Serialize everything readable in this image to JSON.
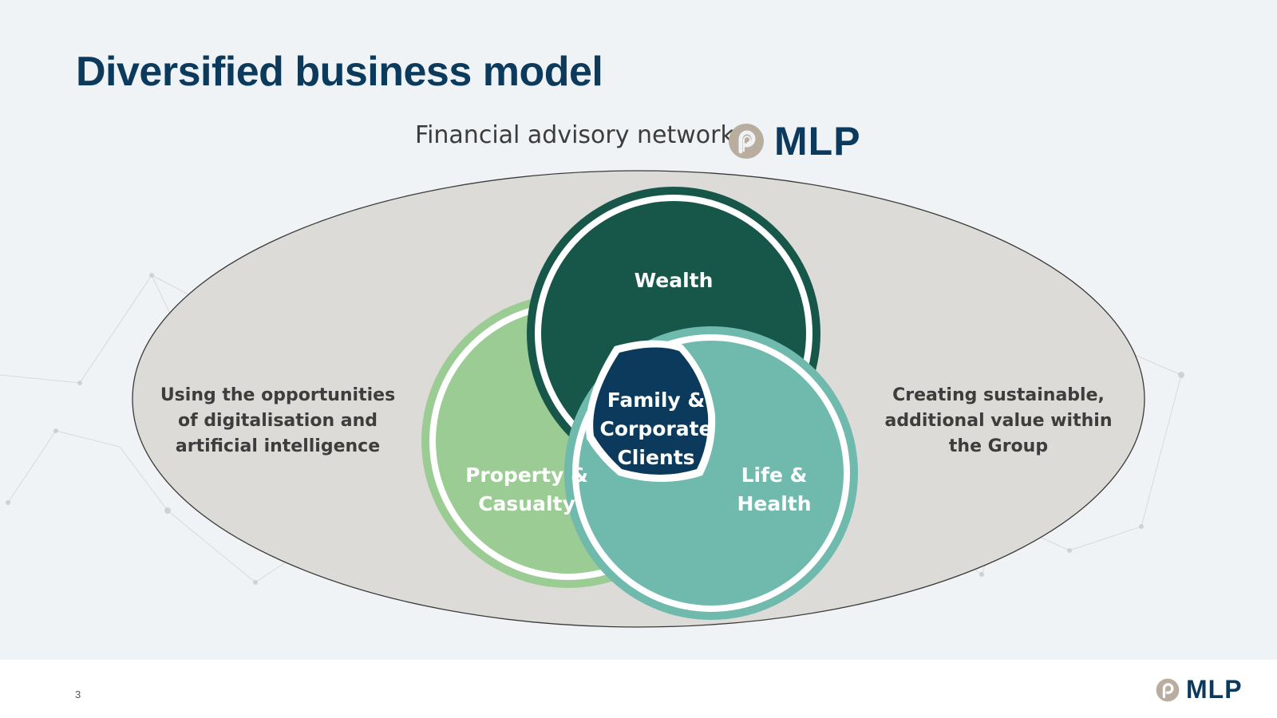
{
  "title": "Diversified business model",
  "network_label": "Financial advisory network",
  "logo_text": "MLP",
  "left_text": [
    "Using the opportunities",
    "of digitalisation and",
    "artificial intelligence"
  ],
  "right_text": [
    "Creating sustainable,",
    "additional value within",
    "the Group"
  ],
  "circles": {
    "wealth": "Wealth",
    "property": [
      "Property &",
      "Casualty"
    ],
    "life": [
      "Life &",
      "Health"
    ],
    "center": [
      "Family &",
      "Corporate",
      "Clients"
    ]
  },
  "colors": {
    "wealth": "#17574a",
    "property": "#9bcc94",
    "life": "#6fb9ad",
    "center": "#0b3a5c",
    "title": "#0b3a5c",
    "ellipse": "#dcdbd7"
  },
  "page_number": "3"
}
